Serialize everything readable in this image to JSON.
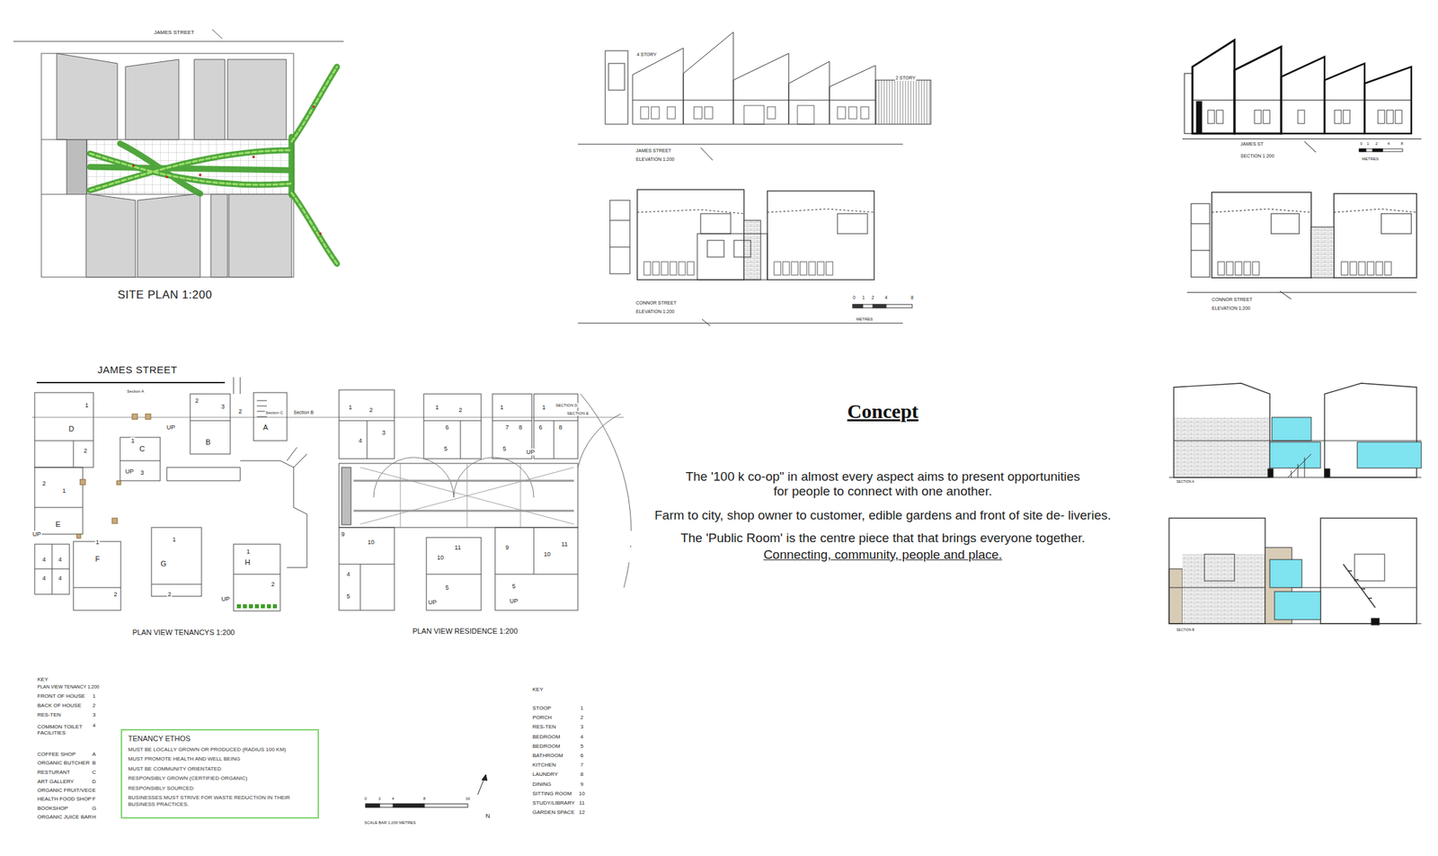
{
  "diagram": {
    "title": "Concept",
    "nodes": [
      {
        "text": [
          "TENANCY ETHOS",
          "MUST BE LOCALLY GROWN OR PRODUCED (RADIUS 100 KM)",
          "MUST PROMOTE HEALTH AND WELL BEING",
          "MUST BE COMMUNITY ORIENTATED",
          "RESPONSIBLY GROWN (CERTIFIED ORGANIC)",
          "RESPONSIBLY SOURCED",
          "BUSINESSES MUST STRIVE FOR WASTE REDUCTION IN THEIR BUSINESS PRACTICES."
        ]
      }
    ],
    "labels": [
      "JAMES STREET",
      "SITE PLAN 1:200",
      "4 STORY",
      "2 STORY",
      "JAMES STREET",
      "ELEVATION 1:200",
      "CONNOR STREET",
      "ELEVATION 1:200",
      "0",
      "1",
      "2",
      "4",
      "8",
      "METRES",
      "JAMES ST",
      "SECTION 1:200",
      "0",
      "1",
      "2",
      "4",
      "8",
      "METRES",
      "CONNOR STREET",
      "ELEVATION 1:200",
      "SECTION A",
      "SECTION B",
      "JAMES STREET",
      "Section A",
      "Section C",
      "Section B",
      "SECTION D",
      "SECTION E",
      "D",
      "C",
      "B",
      "A",
      "E",
      "F",
      "G",
      "H",
      "1",
      "2",
      "2",
      "1",
      "4",
      "4",
      "4",
      "4",
      "1",
      "2",
      "1",
      "2",
      "2",
      "3",
      "2",
      "1",
      "3",
      "1",
      "2",
      "UP",
      "UP",
      "UP",
      "UP",
      "1",
      "2",
      "4",
      "3",
      "1",
      "2",
      "6",
      "5",
      "1",
      "7",
      "8",
      "5",
      "1",
      "6",
      "8",
      "UP",
      "9",
      "10",
      "4",
      "5",
      "10",
      "11",
      "5",
      "UP",
      "9",
      "10",
      "11",
      "5",
      "UP",
      "PLAN VIEW TENANCYS 1:200",
      "PLAN VIEW RESIDENCE 1:200",
      "KEY",
      "PLAN VIEW TENANCY 1:200",
      "FRONT OF HOUSE",
      "1",
      "BACK OF HOUSE",
      "2",
      "RES-TEN",
      "3",
      "COMMON TOILET FACILITIES",
      "4",
      "COFFEE SHOP",
      "A",
      "ORGANIC BUTCHER",
      "B",
      "RESTURANT",
      "C",
      "ART GALLERY",
      "D",
      "ORGANIC FRUIT/VEG",
      "E",
      "HEALTH FOOD SHOP",
      "F",
      "BOOKSHOP",
      "G",
      "ORGANIC JUICE BAR",
      "H",
      "0",
      "2",
      "4",
      "8",
      "16",
      "SCALE BAR 1:200 METRES",
      "N",
      "KEY",
      "STOOP",
      "1",
      "PORCH",
      "2",
      "RES-TEN",
      "3",
      "BEDROOM",
      "4",
      "BEDROOM",
      "5",
      "BATHROOM",
      "6",
      "KITCHEN",
      "7",
      "LAUNDRY",
      "8",
      "DINING",
      "9",
      "SITTING ROOM",
      "10",
      "STUDY/LIBRARY",
      "11",
      "GARDEN SPACE",
      "12",
      "The '100 k co-op\" in almost every aspect aims to present opportunities for people to connect with one another.",
      "Farm to city, shop owner to customer, edible gardens and front of site de- liveries.",
      "The 'Public Room' is the centre piece that that brings everyone together.",
      "Connecting, community, people and place."
    ]
  }
}
